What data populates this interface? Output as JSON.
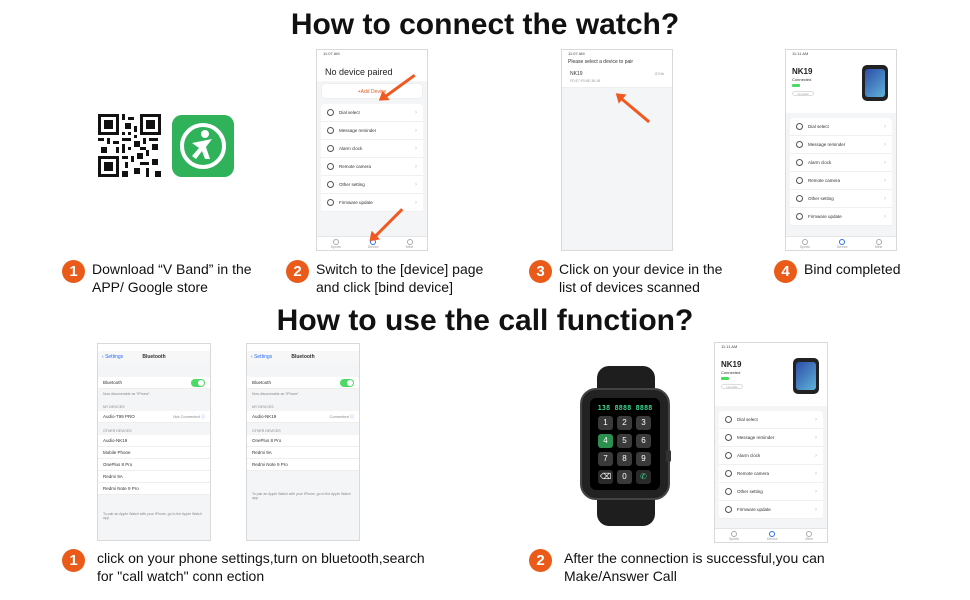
{
  "titles": {
    "connect": "How to connect the watch?",
    "call": "How to use the call function?"
  },
  "colors": {
    "accent": "#ea5b1a",
    "app_green": "#2fb25a",
    "ios_blue": "#2a6df5",
    "toggle_green": "#4cd964"
  },
  "icons": [
    "qr-code-icon",
    "v-band-app-icon"
  ],
  "connect_steps": [
    {
      "num": "1",
      "text_line1": "Download “V Band” in the",
      "text_line2": "APP/ Google store"
    },
    {
      "num": "2",
      "text_line1": "Switch to the [device] page",
      "text_line2": "and click [bind device]"
    },
    {
      "num": "3",
      "text_line1": "Click on your device in the",
      "text_line2": "list of devices scanned"
    },
    {
      "num": "4",
      "text_line1": "Bind completed",
      "text_line2": ""
    }
  ],
  "call_steps": [
    {
      "num": "1",
      "text_line1": "click on your phone settings,turn on bluetooth,search",
      "text_line2": "for \"call watch\" conn ection"
    },
    {
      "num": "2",
      "text_line1": "After the connection is successful,you can",
      "text_line2": "Make/Answer Call"
    }
  ],
  "screen_a": {
    "time": "11:07 AM",
    "heading": "No device paired",
    "add_device": "+Add Device",
    "menu": [
      "Dial select",
      "Message reminder",
      "Alarm clock",
      "Remote camera",
      "Other setting",
      "Firmware update"
    ],
    "tabs": [
      "Sports",
      "Device",
      "Mine"
    ]
  },
  "screen_b": {
    "time": "11:07 AM",
    "heading": "Please select a device to pair",
    "device_name": "NK19",
    "device_mac": "FD:E7:F0:6E:36:1B",
    "device_rssi": "-57db"
  },
  "screen_c": {
    "time": "11:11 AM",
    "device": "NK19",
    "status": "Connected",
    "upgrade": "Upgrade",
    "menu": [
      "Dial select",
      "Message reminder",
      "Alarm clock",
      "Remote camera",
      "Other setting",
      "Firmware update"
    ],
    "tabs": [
      "Sports",
      "Device",
      "Mine"
    ]
  },
  "bt_screen_1": {
    "back": "Settings",
    "title": "Bluetooth",
    "bt_label": "Bluetooth",
    "discover": "Now discoverable as \"iPhone\".",
    "my_devices": "MY DEVICES",
    "paired": "Audio-T99 PRO",
    "paired_status": "Not Connected",
    "other": "OTHER DEVICES",
    "others": [
      "Audio-NK19",
      "Mobile Phone",
      "OnePlus 8 Pro",
      "Redmi 9A",
      "Redmi Note 9 Pro"
    ],
    "footer": "To pair an Apple Watch with your iPhone, go to the Apple Watch app."
  },
  "bt_screen_2": {
    "back": "Settings",
    "title": "Bluetooth",
    "bt_label": "Bluetooth",
    "discover": "Now discoverable as \"iPhone\".",
    "my_devices": "MY DEVICES",
    "paired": "Audio-NK19",
    "paired_status": "Connected",
    "other": "OTHER DEVICES",
    "others": [
      "OnePlus 8 Pro",
      "Redmi 9A",
      "Redmi Note 9 Pro"
    ],
    "footer": "To pair an Apple Watch with your iPhone, go to the Apple Watch app."
  },
  "watch": {
    "number": "138 8888 8888",
    "keys": [
      "1",
      "2",
      "3",
      "4",
      "5",
      "6",
      "7",
      "8",
      "9",
      "⌫",
      "0",
      "✆"
    ]
  }
}
